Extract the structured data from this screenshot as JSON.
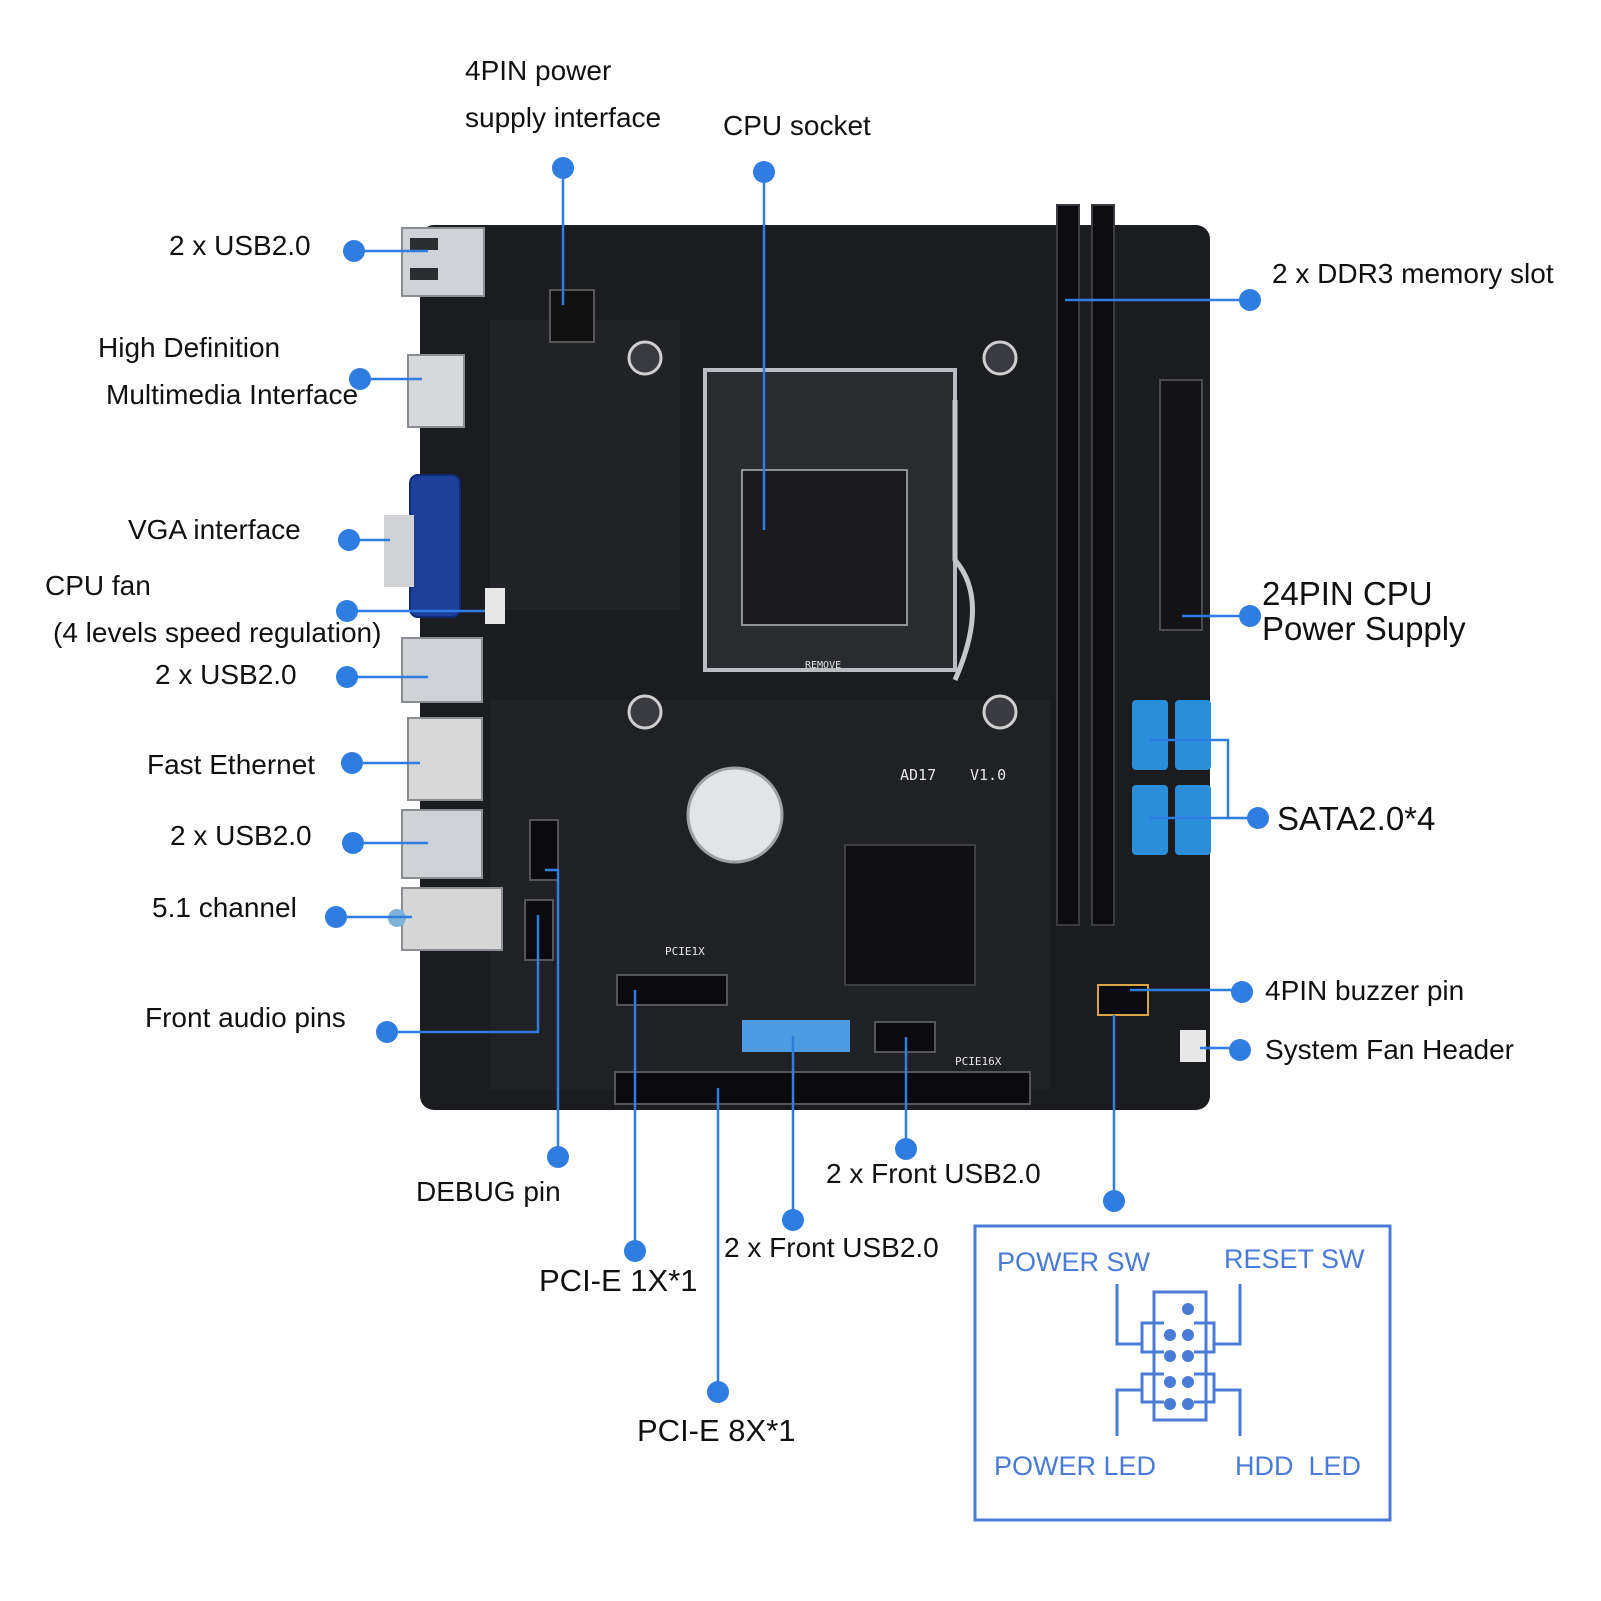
{
  "colors": {
    "accent": "#2f7de1",
    "board": "#1b1c1f",
    "sata": "#2a8fd8",
    "front_panel": "#4a7bd6"
  },
  "labels": {
    "power4pin_line1": "4PIN power",
    "power4pin_line2": "supply interface",
    "cpu_socket": "CPU socket",
    "usb_top": "2 x USB2.0",
    "hdmi_line1": "High Definition",
    "hdmi_line2": "Multimedia Interface",
    "vga": "VGA interface",
    "cpu_fan_line1": "CPU fan",
    "cpu_fan_line2": "(4 levels speed regulation)",
    "usb_mid": "2 x USB2.0",
    "ethernet": "Fast Ethernet",
    "usb_low": "2 x USB2.0",
    "audio51": "5.1 channel",
    "front_audio": "Front audio pins",
    "debug": "DEBUG pin",
    "pcie1x": "PCI-E 1X*1",
    "pcie8x": "PCI-E 8X*1",
    "front_usb_a": "2 x Front USB2.0",
    "front_usb_b": "2 x Front USB2.0",
    "ddr3": "2 x DDR3 memory slot",
    "pin24_line1": "24PIN CPU",
    "pin24_line2": "Power Supply",
    "sata": "SATA2.0*4",
    "buzzer": "4PIN buzzer pin",
    "sys_fan": "System Fan Header"
  },
  "front_panel": {
    "power_sw": "POWER SW",
    "reset_sw": "RESET SW",
    "power_led": "POWER LED",
    "hdd_led": "HDD  LED"
  },
  "board_text": {
    "model": "AD17",
    "version": "V1.0",
    "pcie1x_silk": "PCIE1X",
    "pcie16x_silk": "PCIE16X",
    "remove_silk": "REMOVE"
  }
}
